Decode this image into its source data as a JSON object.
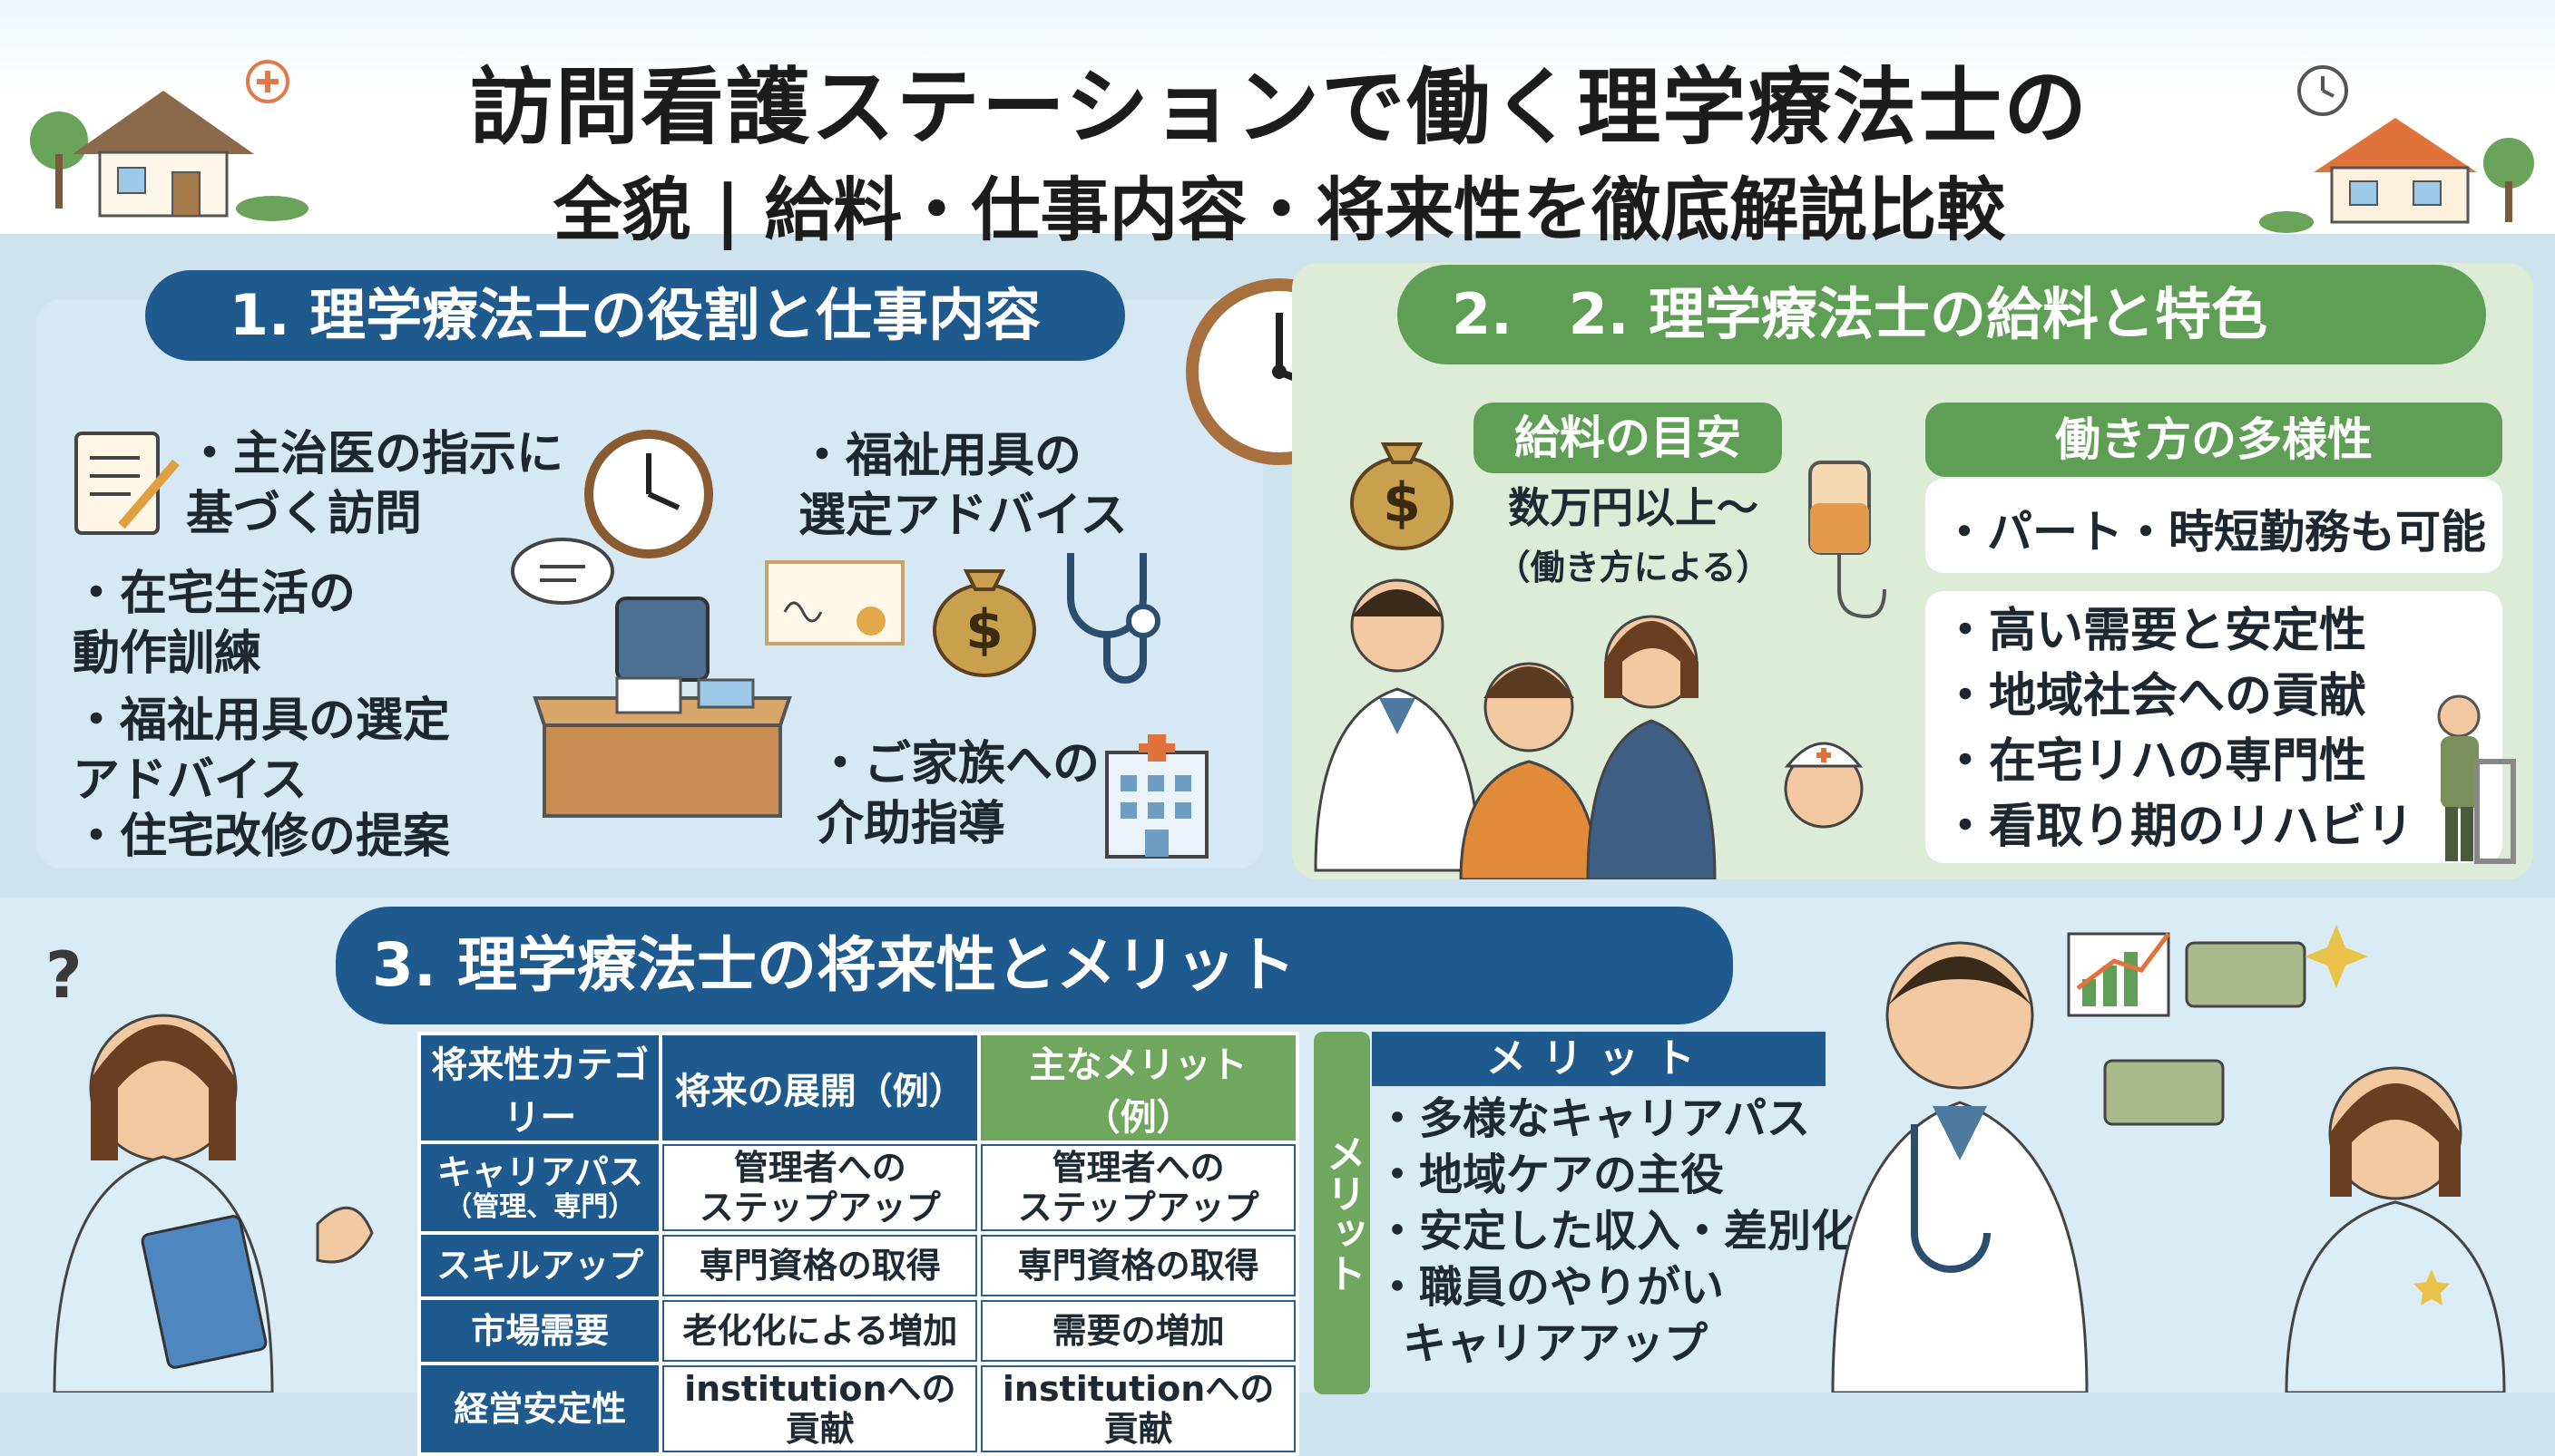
{
  "title": {
    "line1": "訪問看護ステーションで働く理学療法士の",
    "line2": "全貌 | 給料・仕事内容・将来性を徹底解説比較"
  },
  "section1": {
    "title": "1. 理学療法士の役割と仕事内容",
    "items": [
      "・主治医の指示に\n基づく訪問",
      "・在宅生活の\n動作訓練",
      "・福祉用具の選定\nアドバイス",
      "・住宅改修の提案",
      "・福祉用具の\n選定アドバイス",
      "・ご家族への\n介助指導"
    ]
  },
  "section2": {
    "title": "2.　2. 理学療法士の給料と特色",
    "salary_head": "給料の目安",
    "salary_value": "数万円以上〜",
    "salary_note": "（働き方による）",
    "style_head": "働き方の多様性",
    "style_item": "・パート・時短勤務も可能",
    "features": [
      "・高い需要と安定性",
      "・地域社会への貢献",
      "・在宅リハの専門性",
      "・看取り期のリハビリ"
    ]
  },
  "section3": {
    "title": "3. 理学療法士の将来性とメリット",
    "table_headers": [
      "将来性カテゴリー",
      "将来の展開（例）",
      "主なメリット（例）"
    ],
    "rows": [
      {
        "category": "キャリアパス",
        "sub": "（管理、専門）",
        "future": "管理者への\nステップアップ",
        "merit": "管理者への\nステップアップ"
      },
      {
        "category": "スキルアップ",
        "sub": "",
        "future": "専門資格の取得",
        "merit": "専門資格の取得"
      },
      {
        "category": "市場需要",
        "sub": "",
        "future": "老化化による増加",
        "merit": "需要の増加"
      },
      {
        "category": "経営安定性",
        "sub": "",
        "future": "institutionへの貢献",
        "merit": "institutionへの貢献"
      }
    ],
    "merit_side": "メリット",
    "merit_head": "メリット",
    "merits": [
      "・多様なキャリアパス",
      "・地域ケアの主役",
      "・安定した収入・差別化",
      "・職員のやりがい",
      "キャリアアップ"
    ]
  },
  "colors": {
    "navy": "#1f5a8f",
    "green": "#5f9f55",
    "panel_blue": "#d6e8f3",
    "panel_green": "#dcecd6"
  }
}
